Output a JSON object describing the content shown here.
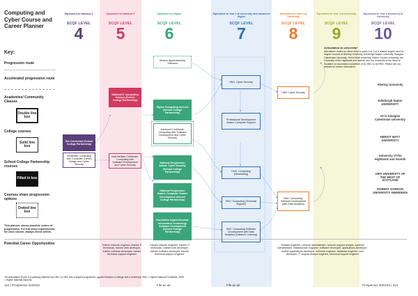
{
  "title": "Computing and Cyber Course and Career Planner",
  "colors": {
    "nat4": "#5b3e7a",
    "nat5": "#d23a5f",
    "higher": "#3aa57a",
    "level7": "#2f6fb5",
    "level8": "#ee7a2a",
    "level9": "#9aa527",
    "level10": "#6b5a9e"
  },
  "columns": [
    {
      "sub": "Equivalent to National 4",
      "lvl": "SCQF LEVEL",
      "num": "4"
    },
    {
      "sub": "Equivalent to National 5",
      "lvl": "SCQF LEVEL",
      "num": "5"
    },
    {
      "sub": "Equivalent to Higher",
      "lvl": "SCQF LEVEL",
      "num": "6"
    },
    {
      "sub": "Equivalent to Year 1 at University and Advanced Higher",
      "lvl": "SCQF LEVEL",
      "num": "7"
    },
    {
      "sub": "Equivalent to Year 2 at University",
      "lvl": "SCQF LEVEL",
      "num": "8"
    },
    {
      "sub": "Equivalent to Year 3 at University",
      "lvl": "SCQF LEVEL",
      "num": "9"
    },
    {
      "sub": "Equivalent to Year 4 (Honours) at University",
      "lvl": "SCQF LEVEL",
      "num": "10"
    }
  ],
  "key": {
    "heading": "Key:",
    "progression": "Progression route",
    "accelerated": "Accelerated progression route",
    "academies": "Academies/ Community Classes",
    "double": "Double line box",
    "college": "College courses",
    "solid": "Solid line box",
    "partnership": "School College Partnership courses",
    "filled": "Filled in box",
    "share": "Courses share progression options",
    "dotted": "Dotted line box",
    "note": "This planner shows possible routes of progression. For full entry requirements for each course, always check online.",
    "careers": "Potential Career Opportunities"
  },
  "boxes": {
    "modern_app": "Modern Apprenticeship Telecoms",
    "nat5_partner": "National 5: Computing Science (School College Partnership)",
    "higher_cs": "Higher Computing Science (School College Partnership)",
    "adv_cert": "Advanced Certificate: Computing with Software Development and Cyber Security",
    "nat4_cert": "Certificate: Computing with Computer Games Design and Cyber Security",
    "nat4_partner": "Get Connected (School College Partnership)",
    "int_cert": "Intermediate Certificate: Computing with Software Development and Cyber Security",
    "npa_cyber": "National Progression Award: Cyber Security (School College Partnership)",
    "npa_games": "National Progression Award: Computer Games Development (School College Partnership)",
    "foundation": "Foundation Apprenticeship: Information Technology Software Development (School College Partnership)",
    "hnc_cyber": "HNC: Cyber Security",
    "pda": "Professional Development Award: Computer Support",
    "hnc_net": "HNC: Computing (Networking)",
    "hnc_tech": "HNC: Computing (Technical Support)",
    "hnc_soft": "HNC: Computing Software Development with Data Analytics (Distance Learning)",
    "hnd_cyber": "HND: Cyber Security",
    "hnd_soft": "HND: Computing: Software Development (with Data Analytics)"
  },
  "articulation": {
    "heading": "Articulation to university*",
    "text": "Articulation routes for direct entry to years 2 or 3 of a related degree exist for degree courses at Abertay University, Edinburgh Napier University, Glasgow Caledonian University, Heriot-Watt University, Robert Gordon University, the University of the Highlands and Islands, and the University of the West of Scotland on successful completion of an HNC or an HND. Please see our website for further information."
  },
  "logos": [
    "Abertay University",
    "Edinburgh Napier UNIVERSITY",
    "GCU Glasgow Caledonian University",
    "HERIOT WATT UNIVERSITY",
    "University of the Highlands and Islands",
    "UWS UNIVERSITY OF THE WEST OF SCOTLAND",
    "ROBERT GORDON UNIVERSITY ABERDEEN"
  ],
  "careers": {
    "c6": "Trainee network engineer, trainee IT technician, trainee web developer, trainee software developer, trainee technical support engineer",
    "c6b": "Trainee network engineer, trainee IT technician, trainee web developer, trainee software developer, trainee technical support engineer",
    "c8": "Network engineer, network administrator, network support analyst, systems administrator, infrastructure engineer, software developer, applications developer, mobile applications developer, software engineer, database engineer, web developer, IT support analyst engineer, technical support engineer"
  },
  "footer": {
    "footnote": "*An Articulation Route is a pathway between an HNC or HND and a degree programme, agreed between a college and a university. HNC = Higher National Certificate, HND = Higher National Diploma",
    "left": "112  |  Prospectus 2022/23",
    "mid1": "Fife.ac.uk",
    "mid2": "Fife.ac.uk",
    "right": "Prospectus 2022/23  |  113"
  }
}
